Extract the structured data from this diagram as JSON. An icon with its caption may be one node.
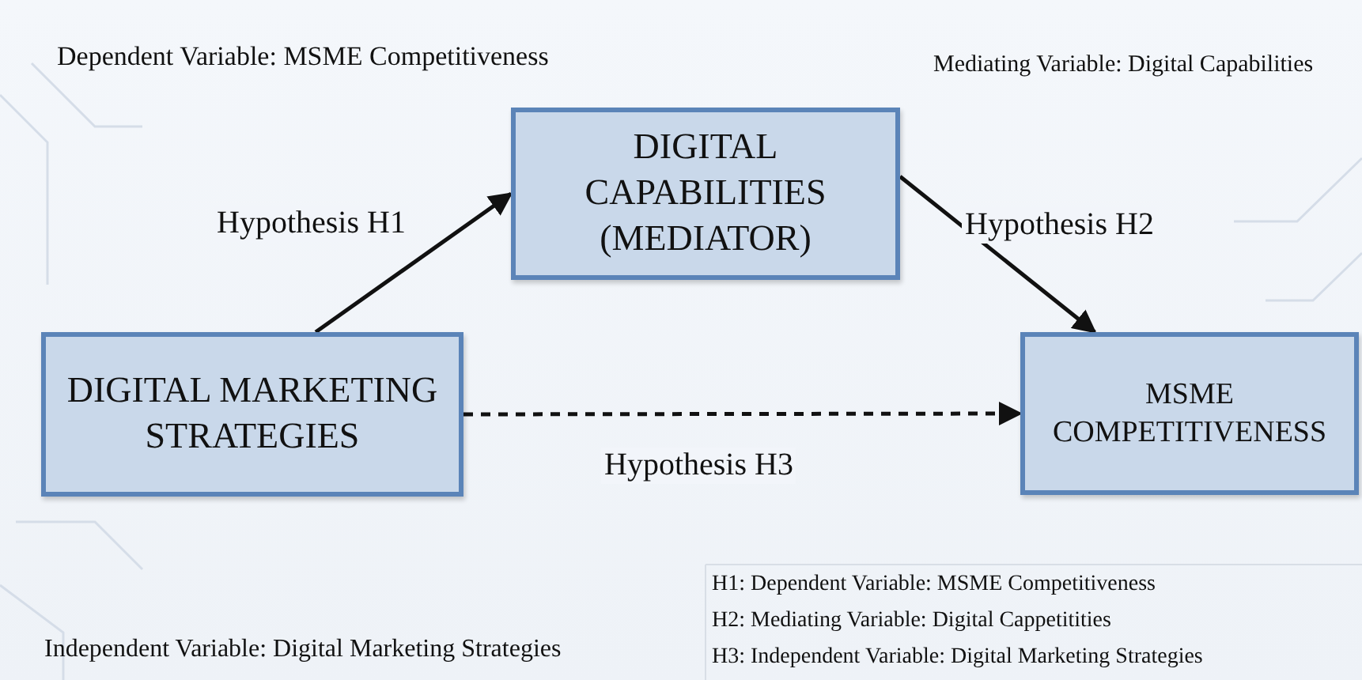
{
  "diagram": {
    "nodes": [
      {
        "text": [
          "DIGITAL MARKETING STRATEGIES"
        ]
      },
      {
        "text": [
          "DIGITAL CAPABILITIES (MEDIATOR)"
        ]
      },
      {
        "text": [
          "MSME COMPETITIVENESS"
        ]
      }
    ],
    "edges": [
      {
        "from": 0,
        "to": 1,
        "arrow": "to",
        "label": "Hypothesis H1"
      },
      {
        "from": 1,
        "to": 2,
        "arrow": "to",
        "label": "Hypothesis H2"
      },
      {
        "from": 0,
        "to": 2,
        "arrow": "to",
        "label": "Hypothesis H3",
        "style": "dashed"
      }
    ],
    "labels": [
      "Dependent Variable: MSME Competitiveness",
      "Mediating Variable: Digital Capabilities",
      "H1: Dependent Variable: MSME Competitiveness",
      "H2: Mediating Variable: Digital Cappetitities",
      "H3: Independent Variable: Digital Marketing Strategies",
      "Independent Variable: Digital Marketing Strategies"
    ]
  }
}
